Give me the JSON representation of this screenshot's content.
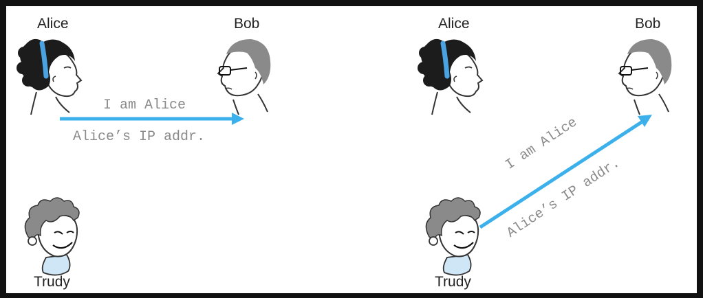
{
  "scenarios": [
    {
      "alice_label": "Alice",
      "bob_label": "Bob",
      "trudy_label": "Trudy",
      "message_line1": "I am Alice",
      "message_line2": "Alice’s IP addr."
    },
    {
      "alice_label": "Alice",
      "bob_label": "Bob",
      "trudy_label": "Trudy",
      "message_line1": "I am Alice",
      "message_line2": "Alice’s IP addr."
    }
  ],
  "colors": {
    "arrow": "#3bb0ea",
    "hair_band": "#4aa3e0",
    "message_text": "#8a8a8a",
    "label_text": "#222222"
  },
  "icons": {
    "alice": "woman-face-icon",
    "bob": "man-with-glasses-icon",
    "trudy": "smirking-face-icon"
  }
}
